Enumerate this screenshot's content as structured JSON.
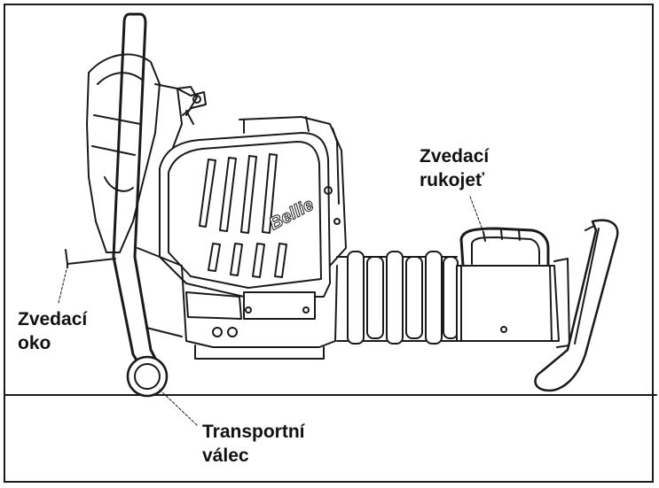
{
  "labels": {
    "lifting_eye": {
      "line1": "Zvedací",
      "line2": "oko"
    },
    "lifting_handle": {
      "line1": "Zvedací",
      "line2": "rukojeť"
    },
    "transport_roller": {
      "line1": "Transportní",
      "line2": "válec"
    }
  },
  "brand_logo": "Bellie",
  "colors": {
    "line": "#1a1a1a",
    "background": "#ffffff",
    "shade": "#d9d9d9"
  }
}
